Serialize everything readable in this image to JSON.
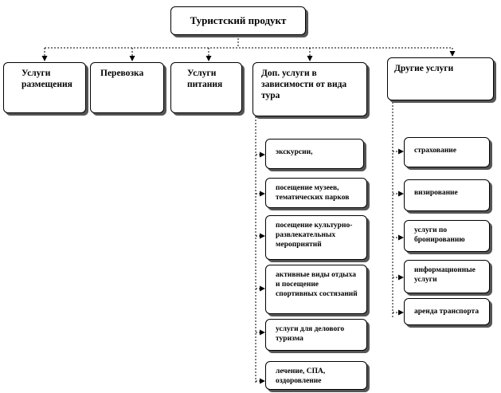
{
  "diagram": {
    "root": "Туристский продукт",
    "categories": [
      "Услуги размещения",
      "Перевозка",
      "Услуги питания",
      "Доп. услуги в зависимости от вида тура",
      "Другие услуги"
    ],
    "additional_services": [
      "экскурсии,",
      "посещение музеев, тематических парков",
      "посещение культурно-развлекательных мероприятий",
      "активные виды отдыха и посещение спортивных состязаний",
      "услуги для делового туризма",
      "лечение, СПА, оздоровление"
    ],
    "other_services": [
      "страхование",
      "визирование",
      "услуги по бронированию",
      "информационные услуги",
      "аренда транспорта"
    ]
  }
}
